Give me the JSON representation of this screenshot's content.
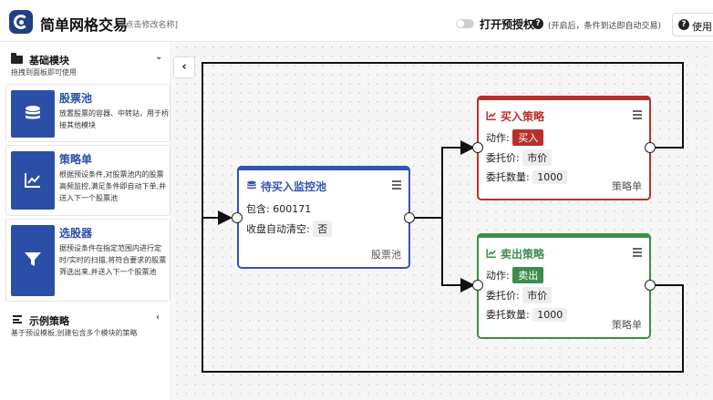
{
  "header": {
    "app_title": "简单网格交易",
    "rename_hint": "[点击修改名称]",
    "preauth_label": "打开预授权",
    "preauth_hint": "(开启后，条件到达即自动交易)",
    "help_label": "使用"
  },
  "sidebar": {
    "basic": {
      "title": "基础模块",
      "subtitle": "拖拽到面板即可使用",
      "cards": [
        {
          "title": "股票池",
          "desc": "放置股票的容器、中转站，用于桥接其他模块"
        },
        {
          "title": "策略单",
          "desc": "根据预设条件,对股票池内的股票高频监控,满足条件即自动下单,并送入下一个股票池"
        },
        {
          "title": "选股器",
          "desc": "据预设条件在指定范围内进行定时/实时的扫描,将符合要求的股票筛选出来,并送入下一个股票池"
        }
      ]
    },
    "examples": {
      "title": "示例策略",
      "subtitle": "基于预设模板,创建包含多个模块的策略"
    }
  },
  "nodes": {
    "pool": {
      "title": "待买入监控池",
      "contains_label": "包含:",
      "contains_value": "600171",
      "clear_label": "收盘自动清空:",
      "clear_value": "否",
      "footer": "股票池"
    },
    "buy": {
      "title": "买入策略",
      "action_label": "动作:",
      "action_value": "买入",
      "price_label": "委托价:",
      "price_value": "市价",
      "qty_label": "委托数量:",
      "qty_value": "1000",
      "footer": "策略单"
    },
    "sell": {
      "title": "卖出策略",
      "action_label": "动作:",
      "action_value": "卖出",
      "price_label": "委托价:",
      "price_value": "市价",
      "qty_label": "委托数量:",
      "qty_value": "1000",
      "footer": "策略单"
    }
  },
  "colors": {
    "pool": "#3553b5",
    "buy": "#b7312c",
    "sell": "#3c8d4a",
    "tile": "#2b4fa6"
  },
  "icons": [
    "folder-icon",
    "chevron-down-icon",
    "chevron-left-icon",
    "database-icon",
    "chart-line-icon",
    "filter-icon",
    "list-icon",
    "menu-icon",
    "question-icon"
  ]
}
